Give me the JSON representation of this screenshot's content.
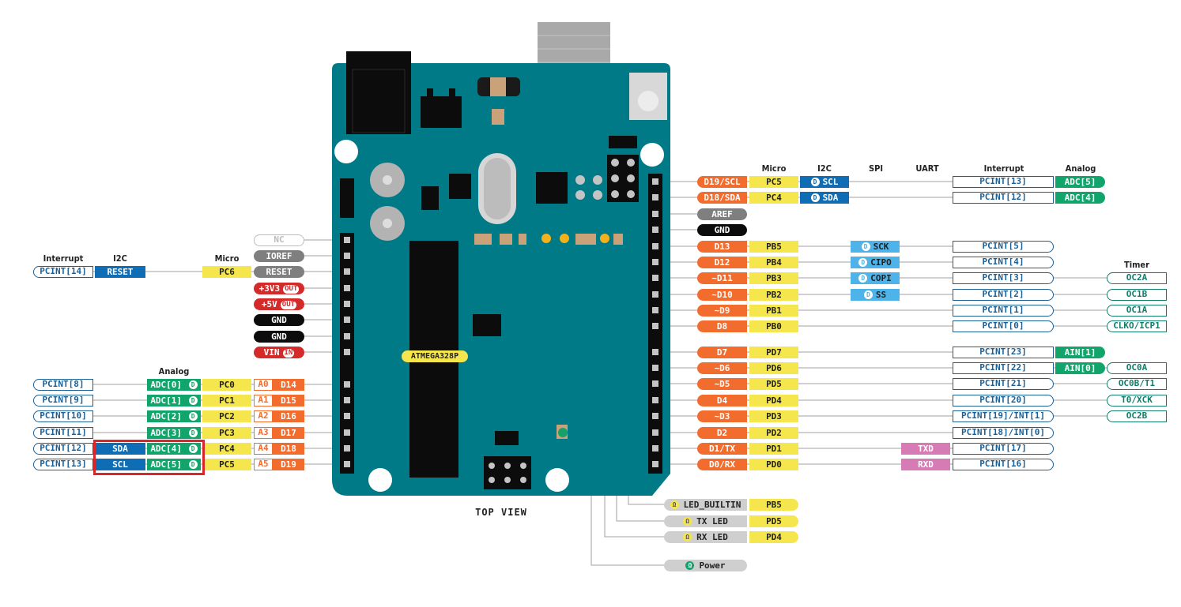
{
  "headers": {
    "right_micro": "Micro",
    "right_i2c": "I2C",
    "right_spi": "SPI",
    "right_uart": "UART",
    "right_interrupt": "Interrupt",
    "right_analog": "Analog",
    "right_timer": "Timer",
    "left_interrupt": "Interrupt",
    "left_i2c": "I2C",
    "left_micro": "Micro",
    "left_analog": "Analog"
  },
  "board": {
    "chip_label": "ATMEGA328P",
    "view_label": "TOP VIEW",
    "color": "#007a87"
  },
  "right_pins": [
    {
      "pin": "D19/SCL",
      "micro": "PC5",
      "i2c": "SCL",
      "interrupt": "PCINT[13]",
      "analog": "ADC[5]"
    },
    {
      "pin": "D18/SDA",
      "micro": "PC4",
      "i2c": "SDA",
      "interrupt": "PCINT[12]",
      "analog": "ADC[4]"
    },
    {
      "pin": "AREF"
    },
    {
      "pin": "GND"
    },
    {
      "pin": "D13",
      "micro": "PB5",
      "spi": "SCK",
      "interrupt": "PCINT[5]"
    },
    {
      "pin": "D12",
      "micro": "PB4",
      "spi": "CIPO",
      "interrupt": "PCINT[4]"
    },
    {
      "pin": "~D11",
      "micro": "PB3",
      "spi": "COPI",
      "interrupt": "PCINT[3]",
      "timer": "OC2A"
    },
    {
      "pin": "~D10",
      "micro": "PB2",
      "spi": "SS",
      "interrupt": "PCINT[2]",
      "timer": "OC1B"
    },
    {
      "pin": "~D9",
      "micro": "PB1",
      "interrupt": "PCINT[1]",
      "timer": "OC1A"
    },
    {
      "pin": "D8",
      "micro": "PB0",
      "interrupt": "PCINT[0]",
      "timer": "CLKO/ICP1"
    },
    {
      "pin": "D7",
      "micro": "PD7",
      "interrupt": "PCINT[23]",
      "analog": "AIN[1]"
    },
    {
      "pin": "~D6",
      "micro": "PD6",
      "interrupt": "PCINT[22]",
      "analog": "AIN[0]",
      "timer": "OC0A"
    },
    {
      "pin": "~D5",
      "micro": "PD5",
      "interrupt": "PCINT[21]",
      "timer": "OC0B/T1"
    },
    {
      "pin": "D4",
      "micro": "PD4",
      "interrupt": "PCINT[20]",
      "timer": "T0/XCK"
    },
    {
      "pin": "~D3",
      "micro": "PD3",
      "interrupt": "PCINT[19]/INT[1]",
      "timer": "OC2B"
    },
    {
      "pin": "D2",
      "micro": "PD2",
      "interrupt": "PCINT[18]/INT[0]"
    },
    {
      "pin": "D1/TX",
      "micro": "PD1",
      "uart": "TXD",
      "interrupt": "PCINT[17]"
    },
    {
      "pin": "D0/RX",
      "micro": "PD0",
      "uart": "RXD",
      "interrupt": "PCINT[16]"
    }
  ],
  "power_pins": [
    {
      "label": "NC"
    },
    {
      "label": "IOREF"
    },
    {
      "label": "RESET",
      "micro": "PC6",
      "i2c": "RESET",
      "interrupt": "PCINT[14]"
    },
    {
      "label": "+3V3",
      "tag": "OUT"
    },
    {
      "label": "+5V",
      "tag": "OUT"
    },
    {
      "label": "GND"
    },
    {
      "label": "GND"
    },
    {
      "label": "VIN",
      "tag": "IN"
    }
  ],
  "analog_pins": [
    {
      "a": "A0",
      "d": "D14",
      "micro": "PC0",
      "adc": "ADC[0]",
      "interrupt": "PCINT[8]"
    },
    {
      "a": "A1",
      "d": "D15",
      "micro": "PC1",
      "adc": "ADC[1]",
      "interrupt": "PCINT[9]"
    },
    {
      "a": "A2",
      "d": "D16",
      "micro": "PC2",
      "adc": "ADC[2]",
      "interrupt": "PCINT[10]"
    },
    {
      "a": "A3",
      "d": "D17",
      "micro": "PC3",
      "adc": "ADC[3]",
      "interrupt": "PCINT[11]"
    },
    {
      "a": "A4",
      "d": "D18",
      "micro": "PC4",
      "adc": "ADC[4]",
      "i2c": "SDA",
      "interrupt": "PCINT[12]"
    },
    {
      "a": "A5",
      "d": "D19",
      "micro": "PC5",
      "adc": "ADC[5]",
      "i2c": "SCL",
      "interrupt": "PCINT[13]"
    }
  ],
  "leds": [
    {
      "label": "LED_BUILTIN",
      "micro": "PB5"
    },
    {
      "label": "TX LED",
      "micro": "PD5"
    },
    {
      "label": "RX LED",
      "micro": "PD4"
    },
    {
      "label": "Power"
    }
  ],
  "digital_badge": "D",
  "led_badge": "Ω"
}
